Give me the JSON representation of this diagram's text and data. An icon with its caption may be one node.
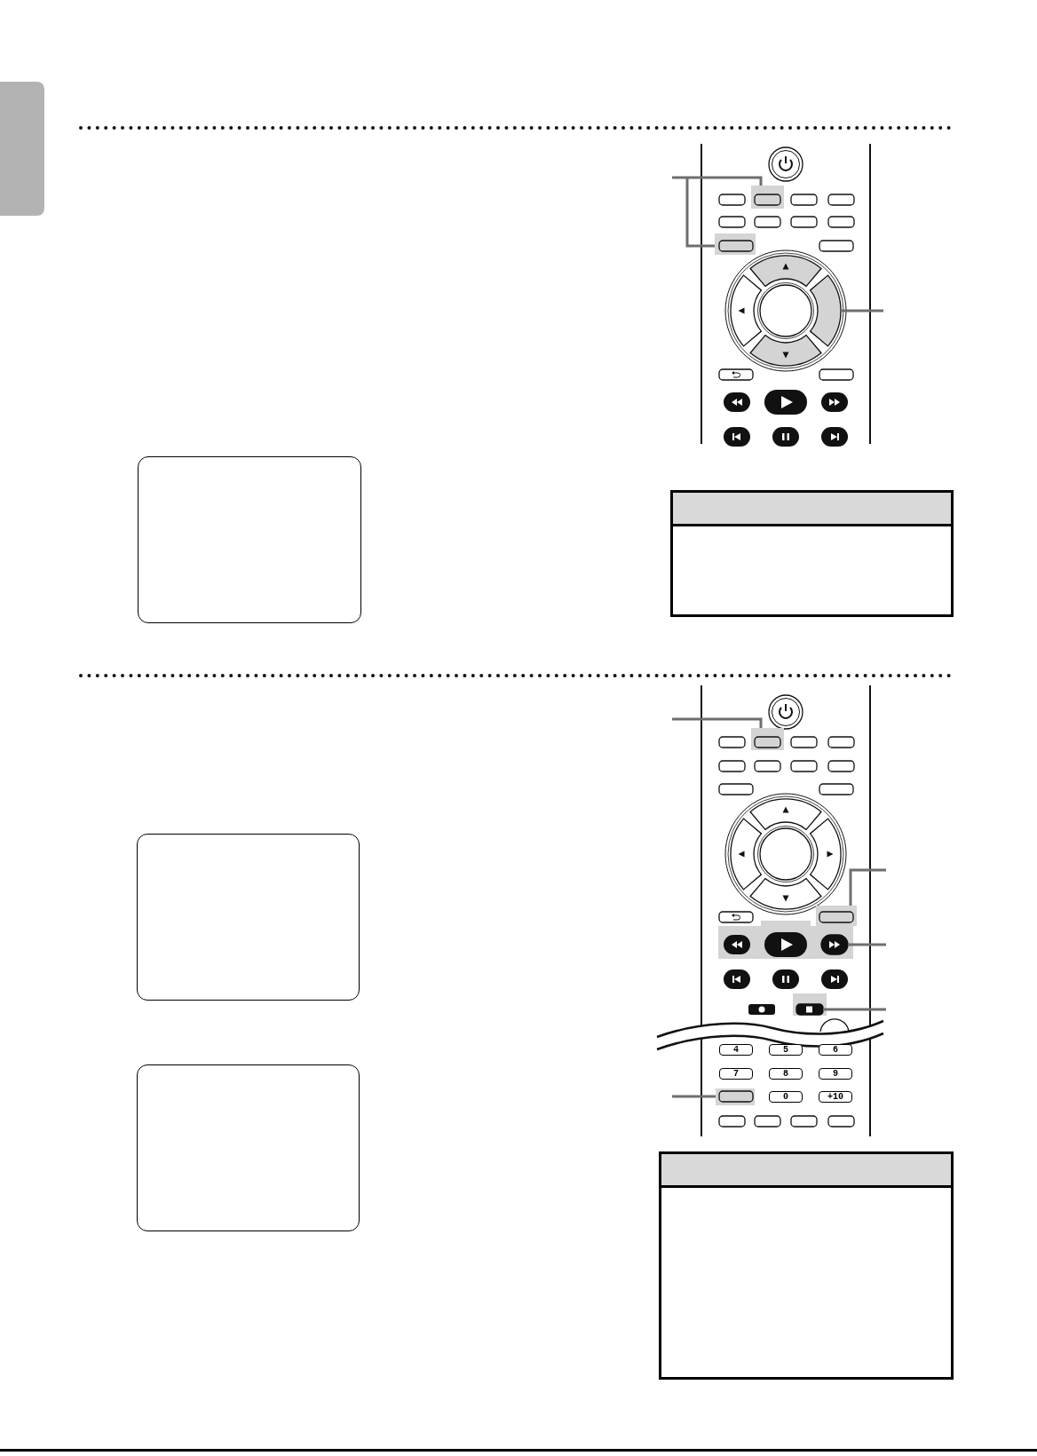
{
  "diagram": {
    "nodes": [
      {
        "text": [],
        "shape": "box"
      },
      {
        "text": [],
        "shape": "box"
      },
      {
        "text": [],
        "shape": "wedge"
      },
      {
        "text": [],
        "shape": "box"
      },
      {
        "text": [],
        "shape": "box"
      },
      {
        "text": [],
        "shape": "pill"
      },
      {
        "text": [],
        "shape": "box"
      },
      {
        "text": [],
        "shape": "box"
      },
      {
        "text": [],
        "shape": "tab"
      }
    ],
    "edges": [
      {
        "from": null,
        "to": 0,
        "arrow": "none"
      },
      {
        "from": null,
        "to": 1,
        "arrow": "none"
      },
      {
        "from": null,
        "to": 2,
        "arrow": "none"
      },
      {
        "from": null,
        "to": 3,
        "arrow": "none"
      },
      {
        "from": null,
        "to": 4,
        "arrow": "none"
      },
      {
        "from": null,
        "to": 5,
        "arrow": "none"
      },
      {
        "from": null,
        "to": 6,
        "arrow": "none"
      },
      {
        "from": null,
        "to": 7,
        "arrow": "none"
      }
    ],
    "labels": [
      "4",
      "5",
      "6",
      "7",
      "8",
      "9",
      "0",
      "+10"
    ]
  }
}
